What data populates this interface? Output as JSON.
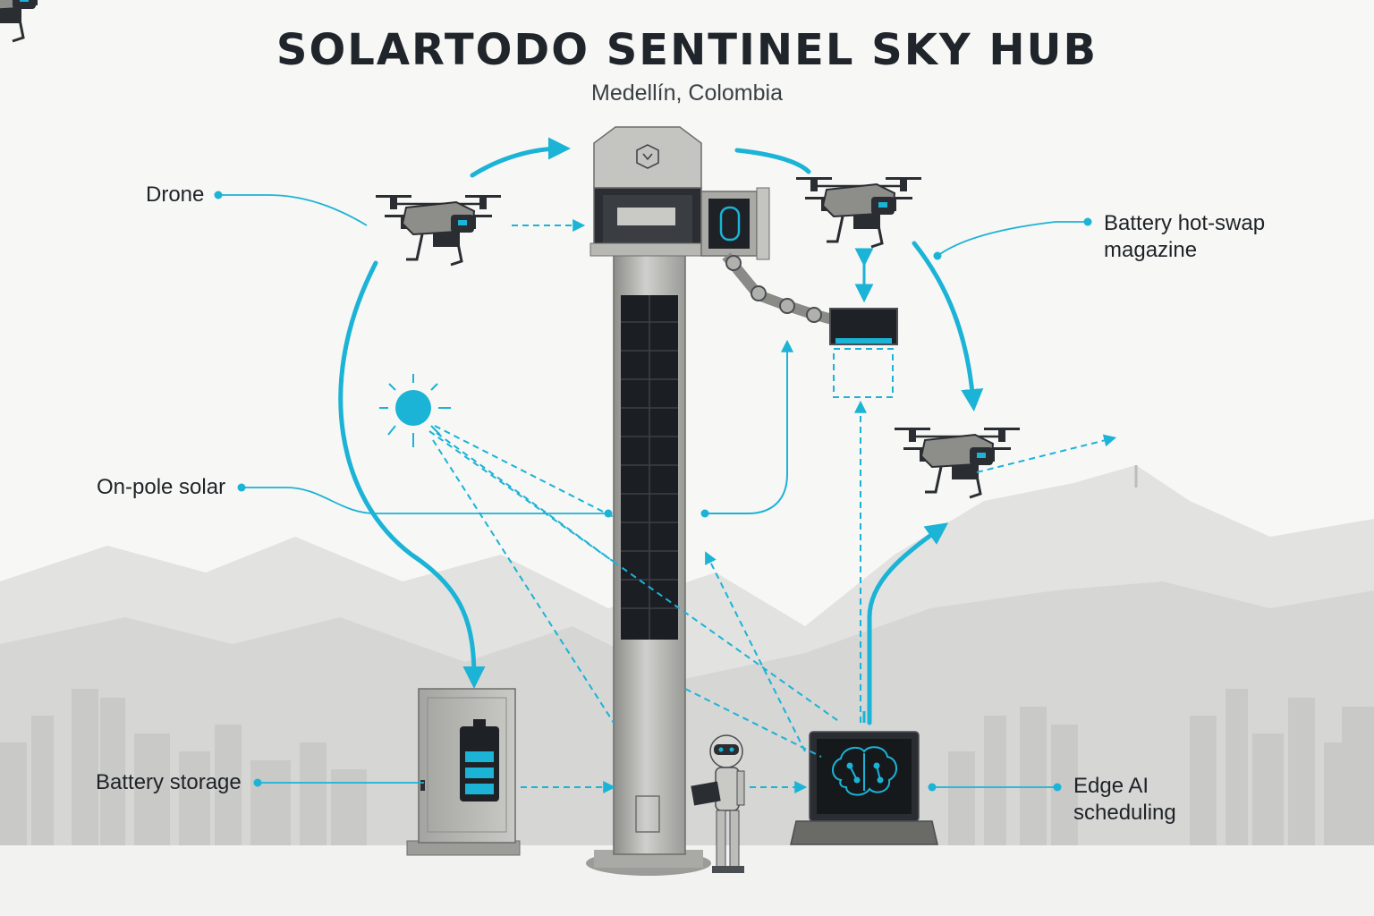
{
  "header": {
    "title": "SOLARTODO SENTINEL SKY HUB",
    "subtitle": "Medellín, Colombia"
  },
  "labels": {
    "drone": "Drone",
    "battery_hot_swap_line1": "Battery hot-swap",
    "battery_hot_swap_line2": "magazine",
    "on_pole_solar": "On-pole solar",
    "battery_storage": "Battery storage",
    "edge_ai_line1": "Edge AI",
    "edge_ai_line2": "scheduling"
  },
  "colors": {
    "accent": "#1bb3d6",
    "text": "#1f2328",
    "metal": "#b9b9b6",
    "panel": "#1b1e22"
  },
  "icons": [
    "drone-icon",
    "sun-icon",
    "battery-icon",
    "brain-icon",
    "robot-icon",
    "laptop-icon",
    "logo-icon"
  ]
}
